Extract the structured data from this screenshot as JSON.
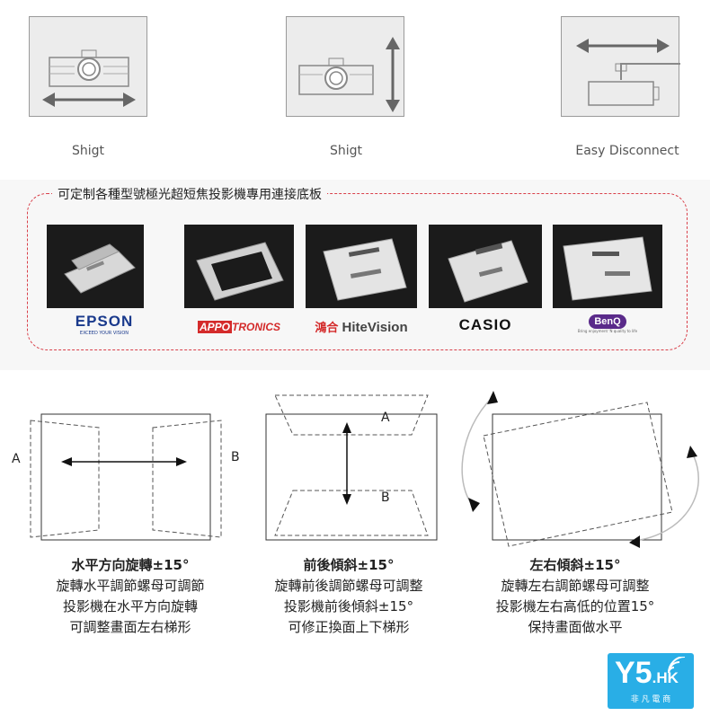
{
  "top_icons": [
    {
      "label": "Shigt",
      "icon": "horizontal-shift-icon"
    },
    {
      "label": "Shigt",
      "icon": "vertical-shift-icon"
    },
    {
      "label": "Easy Disconnect",
      "icon": "easy-disconnect-icon"
    }
  ],
  "mounts": {
    "title": "可定制各種型號極光超短焦投影機專用連接底板",
    "brands": [
      {
        "name": "EPSON",
        "tagline": "EXCEED YOUR VISION",
        "color": "#1a3a8c"
      },
      {
        "name": "APPOTRONICS",
        "prefix": "APPO",
        "suffix": "TRONICS",
        "color": "#d42b2b"
      },
      {
        "name": "HiteVision",
        "prefix": "鴻合",
        "color": "#d42b2b"
      },
      {
        "name": "CASIO",
        "color": "#111111"
      },
      {
        "name": "BenQ",
        "tagline": "Bring enjoyment 'N quality to life",
        "color": "#5a2a8a"
      }
    ]
  },
  "adjustments": [
    {
      "labels": [
        "A",
        "B"
      ],
      "title": "水平方向旋轉±15°",
      "lines": [
        "旋轉水平調節螺母可調節",
        "投影機在水平方向旋轉",
        "可調整畫面左右梯形"
      ]
    },
    {
      "labels": [
        "A",
        "B"
      ],
      "title": "前後傾斜±15°",
      "lines": [
        "旋轉前後調節螺母可調整",
        "投影機前後傾斜±15°",
        "可修正換面上下梯形"
      ]
    },
    {
      "title": "左右傾斜±15°",
      "lines": [
        "旋轉左右調節螺母可調整",
        "投影機左右高低的位置15°",
        "保持畫面做水平"
      ]
    }
  ],
  "logo": {
    "text": "Y5",
    "suffix": ".HK",
    "subtitle": "非 凡 電 商"
  }
}
